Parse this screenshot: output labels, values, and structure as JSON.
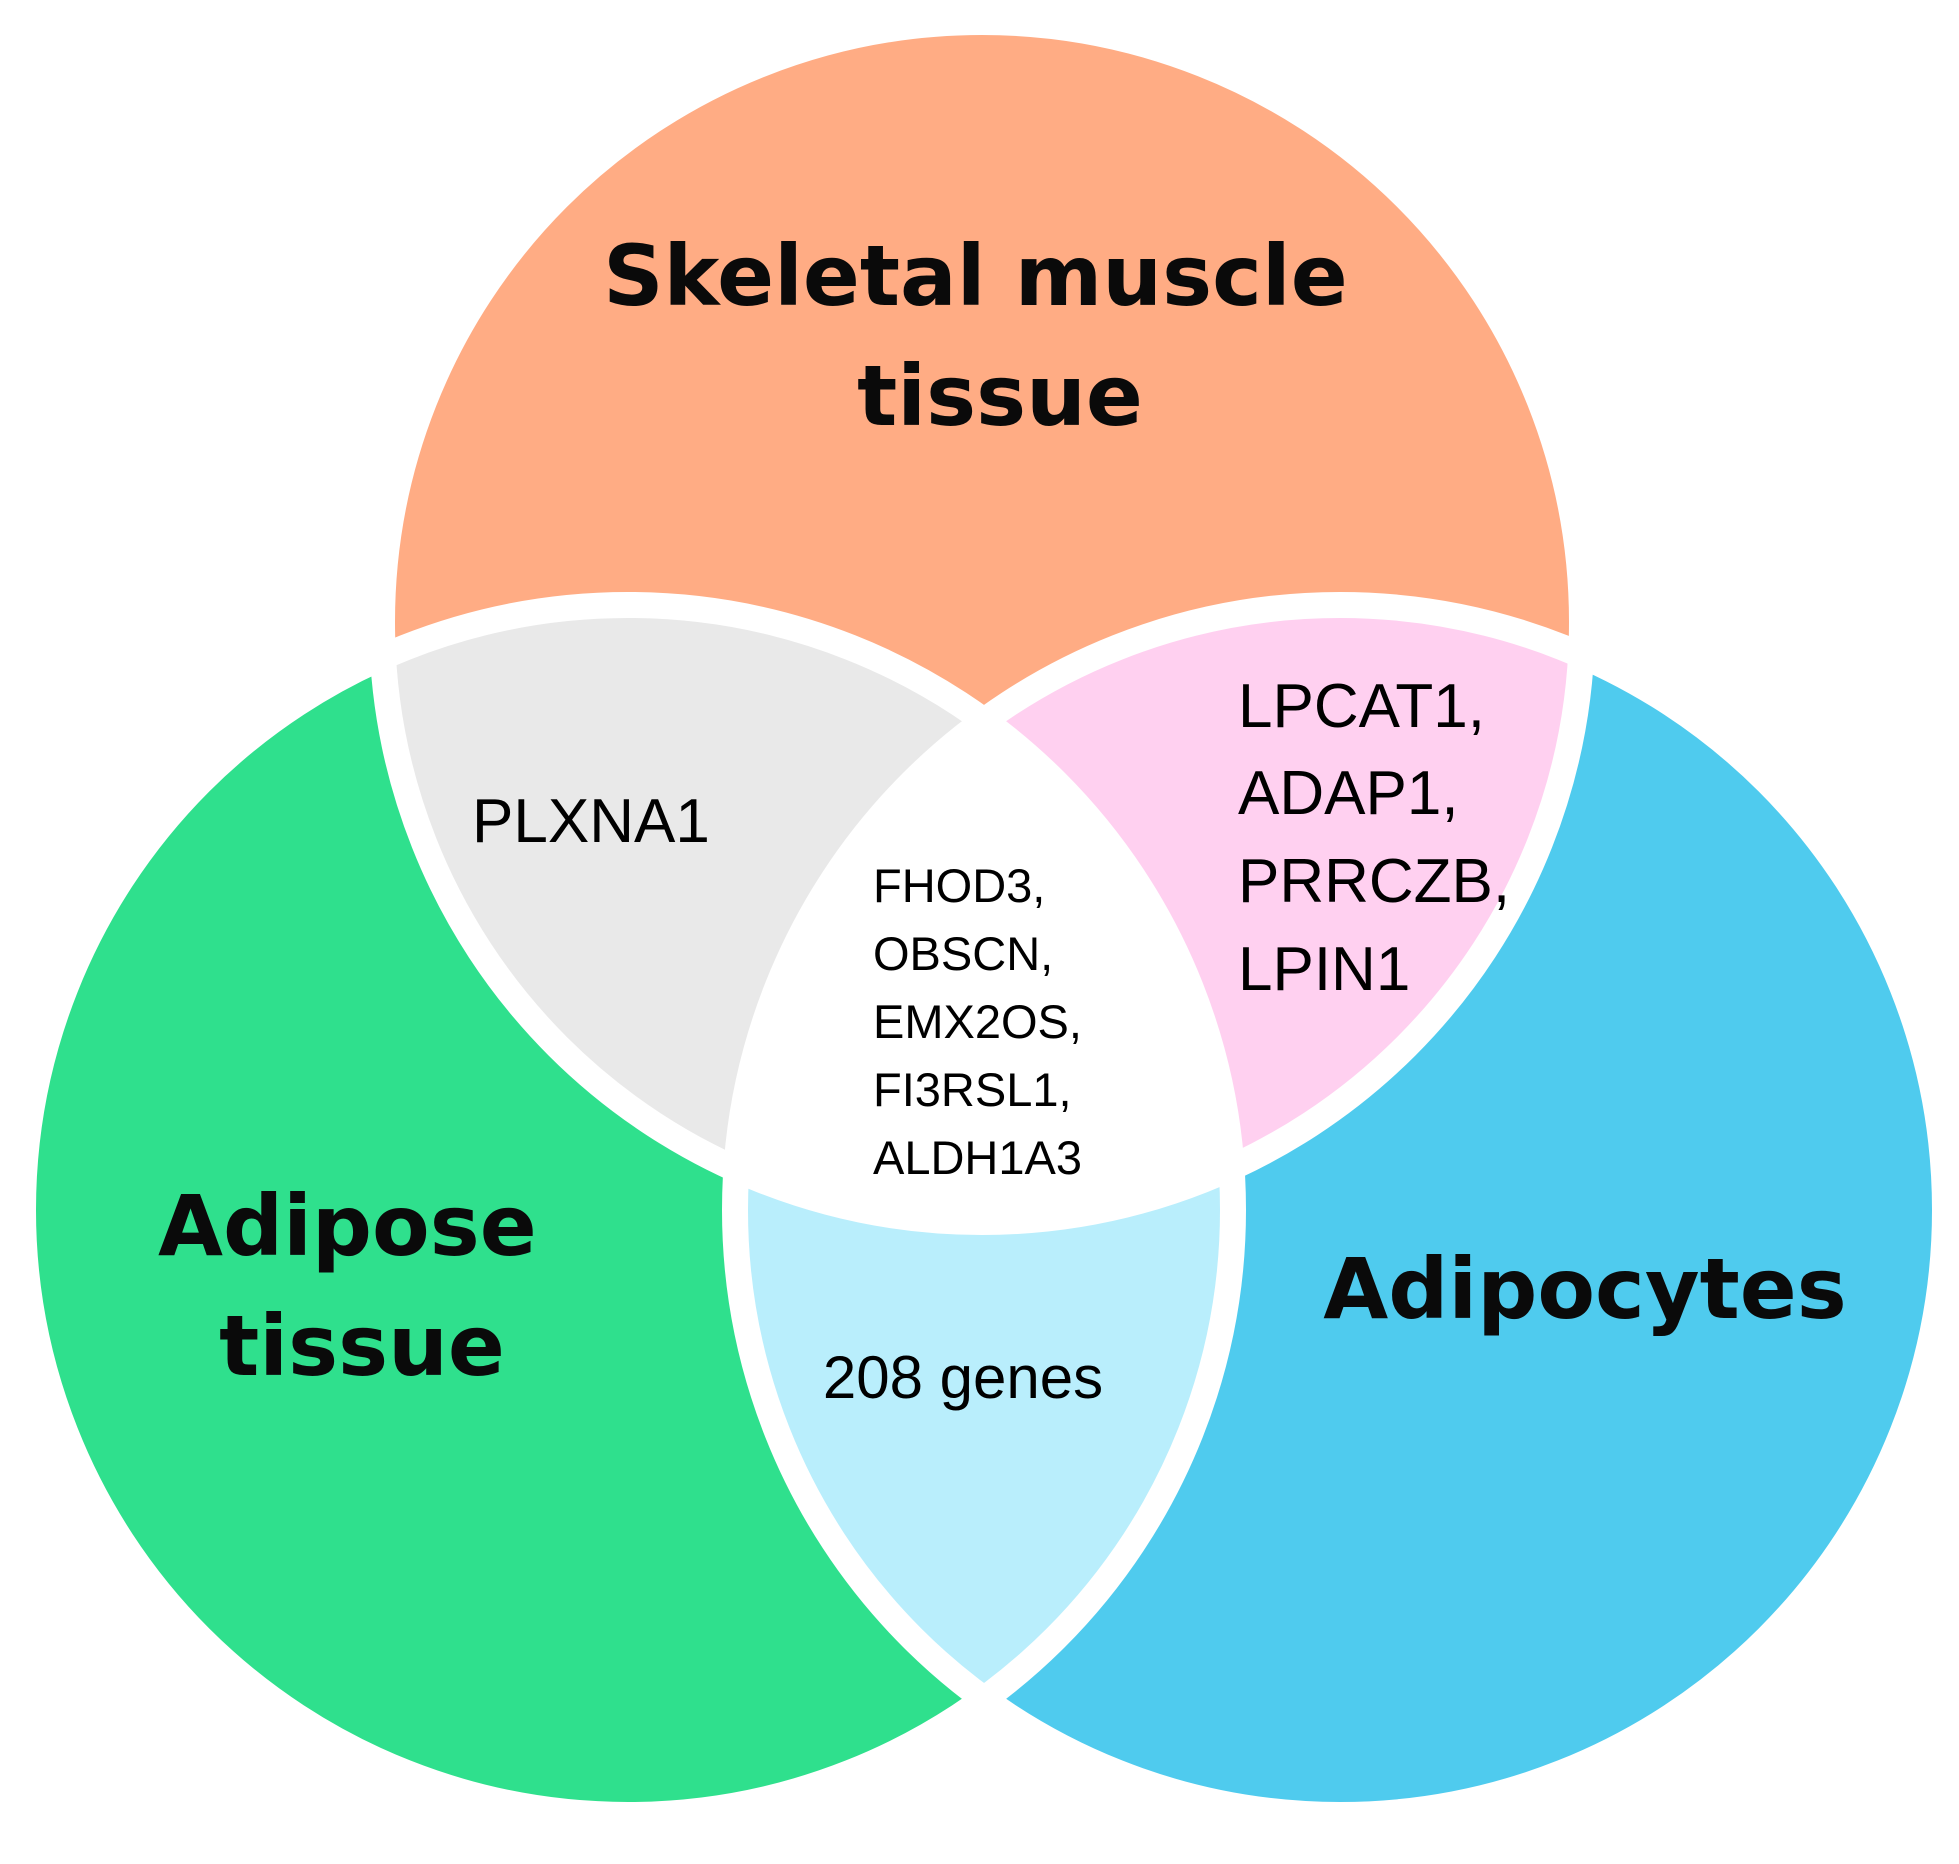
{
  "colors": {
    "skeletal_muscle": "#FFAC84",
    "adipose_tissue": "#2FE08D",
    "adipocytes": "#4FCBEE",
    "muscle_adipose": "#E9E9E9",
    "muscle_adipocytes": "#FFD0F0",
    "adipose_adipocytes": "#B9EEFC",
    "all_three": "#FFFFFF",
    "gap": "#FFFFFF"
  },
  "sets": {
    "skeletal_muscle": [
      "Skeletal muscle",
      "tissue"
    ],
    "adipose_tissue": [
      "Adipose",
      "tissue"
    ],
    "adipocytes": [
      "Adipocytes"
    ]
  },
  "intersections": {
    "muscle_adipose": [
      "PLXNA1"
    ],
    "muscle_adipocytes": [
      "LPCAT1,",
      "ADAP1,",
      "PRRCZB,",
      "LPIN1"
    ],
    "adipose_adipocytes": [
      "208 genes"
    ],
    "all_three": [
      "FHOD3,",
      "OBSCN,",
      "EMX2OS,",
      "FI3RSL1,",
      "ALDH1A3"
    ]
  }
}
